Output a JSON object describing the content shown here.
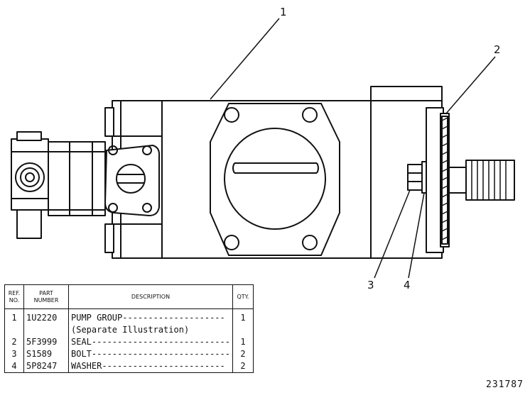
{
  "callouts": {
    "c1": "1",
    "c2": "2",
    "c3": "3",
    "c4": "4"
  },
  "table": {
    "headers": {
      "ref": "REF.\nNO.",
      "part": "PART\nNUMBER",
      "desc": "DESCRIPTION",
      "qty": "QTY."
    },
    "rows": [
      {
        "ref": "1",
        "part": "1U2220",
        "desc": "PUMP GROUP--------------------",
        "qty": "1"
      },
      {
        "ref": "",
        "part": "",
        "desc": "(Separate Illustration)",
        "qty": ""
      },
      {
        "ref": "2",
        "part": "5F3999",
        "desc": "SEAL---------------------------",
        "qty": "1"
      },
      {
        "ref": "3",
        "part": "S1589",
        "desc": "BOLT---------------------------",
        "qty": "2"
      },
      {
        "ref": "4",
        "part": "5P8247",
        "desc": "WASHER------------------------",
        "qty": "2"
      }
    ]
  },
  "figure_number": "231787"
}
